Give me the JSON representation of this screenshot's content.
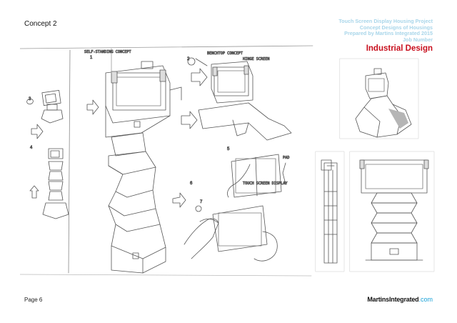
{
  "page": {
    "concept_title": "Concept 2",
    "page_number": "Page 6"
  },
  "header": {
    "project": "Touch Screen Display Housing Project",
    "subtitle": "Concept Designs of Housings",
    "prepared_by": "Prepared by Martins Integrated 2015",
    "job_number": "Job Number",
    "section": "Industrial Design"
  },
  "colors": {
    "header_text": "#a9d6ea",
    "accent": "#c8101e",
    "brand_suffix": "#1aa2d8",
    "pencil": "#555555"
  },
  "sketches": {
    "notes": {
      "self_standing": "SELF-STANDING CONCEPT",
      "bench_top": "BENCHTOP CONCEPT",
      "hinge_screen": "HINGE SCREEN",
      "touch_screen": "TOUCH SCREEN DISPLAY",
      "pad": "PAD"
    },
    "step_numbers": [
      "1",
      "2",
      "3",
      "4",
      "5",
      "6",
      "7"
    ]
  },
  "footer": {
    "brand_main": "MartinsIntegrated",
    "brand_suffix": ".com"
  }
}
